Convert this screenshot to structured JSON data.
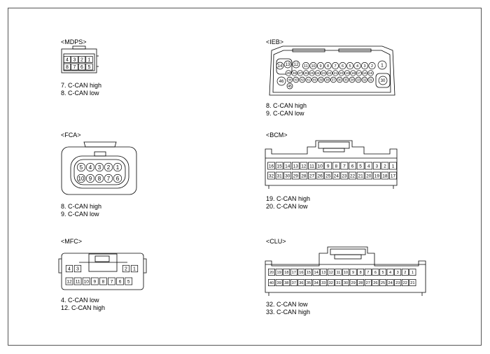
{
  "connectors": {
    "mdps": {
      "title": "<MDPS>",
      "pins": [
        [
          "4",
          "3",
          "2",
          "1"
        ],
        [
          "8",
          "7",
          "6",
          "5"
        ]
      ],
      "notes": [
        "7. C-CAN high",
        "8. C-CAN low"
      ]
    },
    "ieb": {
      "title": "<IEB>",
      "pins": [
        [
          "14",
          "13",
          "12",
          "11",
          "10",
          "9",
          "8",
          "7",
          "6",
          "5",
          "4",
          "3",
          "2",
          "1"
        ],
        [
          "29",
          "28",
          "27",
          "26",
          "25",
          "24",
          "23",
          "22",
          "21",
          "20",
          "19",
          "18",
          "17",
          "16",
          "15"
        ],
        [
          "44",
          "43",
          "42",
          "41",
          "40",
          "39",
          "38",
          "37",
          "36",
          "35",
          "34",
          "33",
          "32",
          "31"
        ],
        [
          "46",
          "45",
          "30"
        ]
      ],
      "notes": [
        "8. C-CAN high",
        "9. C-CAN low"
      ]
    },
    "fca": {
      "title": "<FCA>",
      "pins": [
        [
          "5",
          "4",
          "3",
          "2",
          "1"
        ],
        [
          "10",
          "9",
          "8",
          "7",
          "6"
        ]
      ],
      "notes": [
        "8. C-CAN high",
        "9. C-CAN low"
      ]
    },
    "bcm": {
      "title": "<BCM>",
      "pins": [
        [
          "16",
          "15",
          "14",
          "13",
          "12",
          "11",
          "10",
          "9",
          "8",
          "7",
          "6",
          "5",
          "4",
          "3",
          "2",
          "1"
        ],
        [
          "32",
          "31",
          "30",
          "29",
          "28",
          "27",
          "26",
          "25",
          "24",
          "23",
          "22",
          "21",
          "20",
          "19",
          "18",
          "17"
        ]
      ],
      "notes": [
        "19. C-CAN high",
        "20. C-CAN low"
      ]
    },
    "mfc": {
      "title": "<MFC>",
      "pins": [
        [
          "4",
          "3",
          "2",
          "1"
        ],
        [
          "12",
          "11",
          "10",
          "9",
          "8",
          "7",
          "6",
          "5"
        ]
      ],
      "notes": [
        "4. C-CAN low",
        "12. C-CAN high"
      ]
    },
    "clu": {
      "title": "<CLU>",
      "pins": [
        [
          "20",
          "19",
          "18",
          "17",
          "16",
          "15",
          "14",
          "13",
          "12",
          "11",
          "10",
          "9",
          "8",
          "7",
          "6",
          "5",
          "4",
          "3",
          "2",
          "1"
        ],
        [
          "40",
          "39",
          "38",
          "37",
          "36",
          "35",
          "34",
          "33",
          "32",
          "31",
          "30",
          "29",
          "28",
          "27",
          "26",
          "25",
          "24",
          "23",
          "22",
          "21"
        ]
      ],
      "notes": [
        "32. C-CAN low",
        "33. C-CAN high"
      ]
    }
  }
}
